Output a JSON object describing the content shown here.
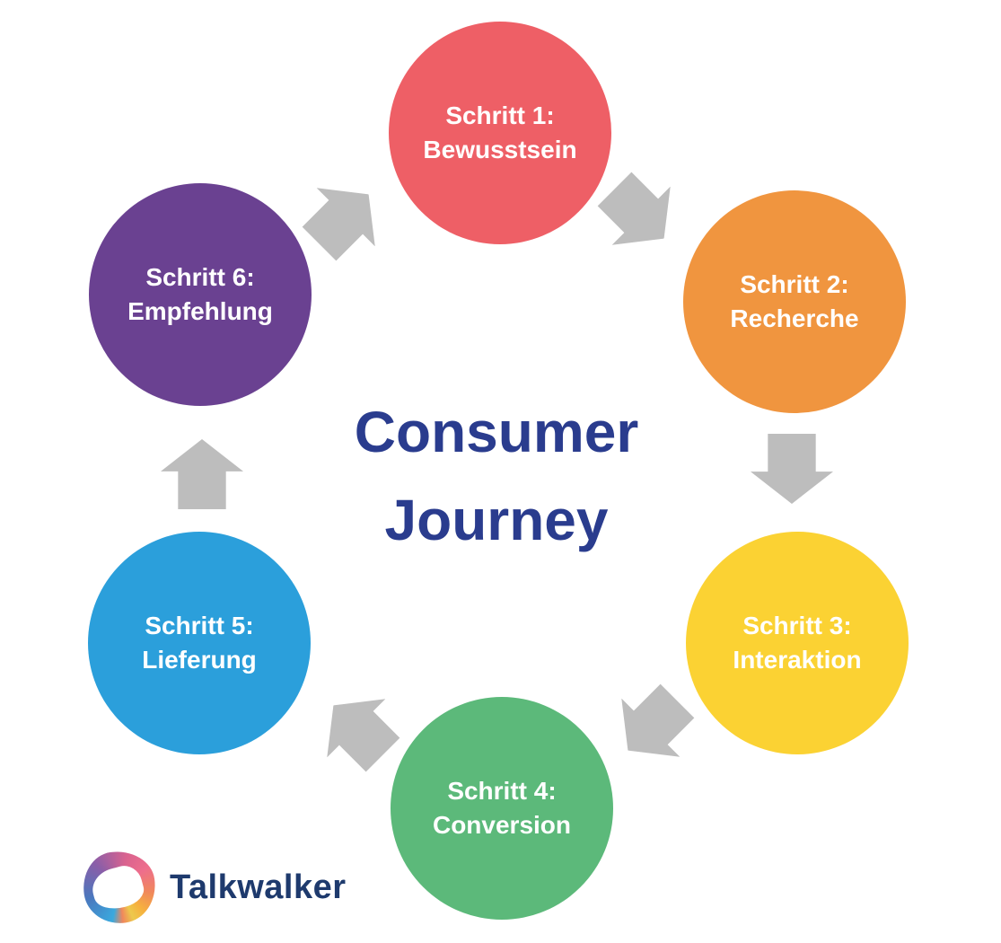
{
  "title": {
    "line1": "Consumer",
    "line2": "Journey",
    "color": "#2A3C8E"
  },
  "steps": [
    {
      "name": "Schritt 1:",
      "label": "Bewusstsein",
      "color": "#EE5F66",
      "position": "top"
    },
    {
      "name": "Schritt 2:",
      "label": "Recherche",
      "color": "#F0953F",
      "position": "top-right"
    },
    {
      "name": "Schritt 3:",
      "label": "Interaktion",
      "color": "#FBD233",
      "position": "bottom-right"
    },
    {
      "name": "Schritt 4:",
      "label": "Conversion",
      "color": "#5CB97A",
      "position": "bottom"
    },
    {
      "name": "Schritt 5:",
      "label": "Lieferung",
      "color": "#2B9FDB",
      "position": "bottom-left"
    },
    {
      "name": "Schritt 6:",
      "label": "Empfehlung",
      "color": "#6A4191",
      "position": "top-left"
    }
  ],
  "arrows": {
    "color": "#BDBDBD",
    "items": [
      {
        "from": "Schritt 6",
        "to": "Schritt 1",
        "direction": "north-east"
      },
      {
        "from": "Schritt 1",
        "to": "Schritt 2",
        "direction": "south-east"
      },
      {
        "from": "Schritt 2",
        "to": "Schritt 3",
        "direction": "south"
      },
      {
        "from": "Schritt 3",
        "to": "Schritt 4",
        "direction": "south-west"
      },
      {
        "from": "Schritt 4",
        "to": "Schritt 5",
        "direction": "north-west"
      },
      {
        "from": "Schritt 5",
        "to": "Schritt 6",
        "direction": "north"
      }
    ]
  },
  "logo": {
    "text": "Talkwalker",
    "text_color": "#1E3A6D",
    "mark_colors": [
      "#F6B13E",
      "#EE6E8C",
      "#8A5EA8",
      "#4A78BE",
      "#3AA9DE"
    ]
  },
  "circle_text_color": "#FFFFFF",
  "background": "#FFFFFF"
}
